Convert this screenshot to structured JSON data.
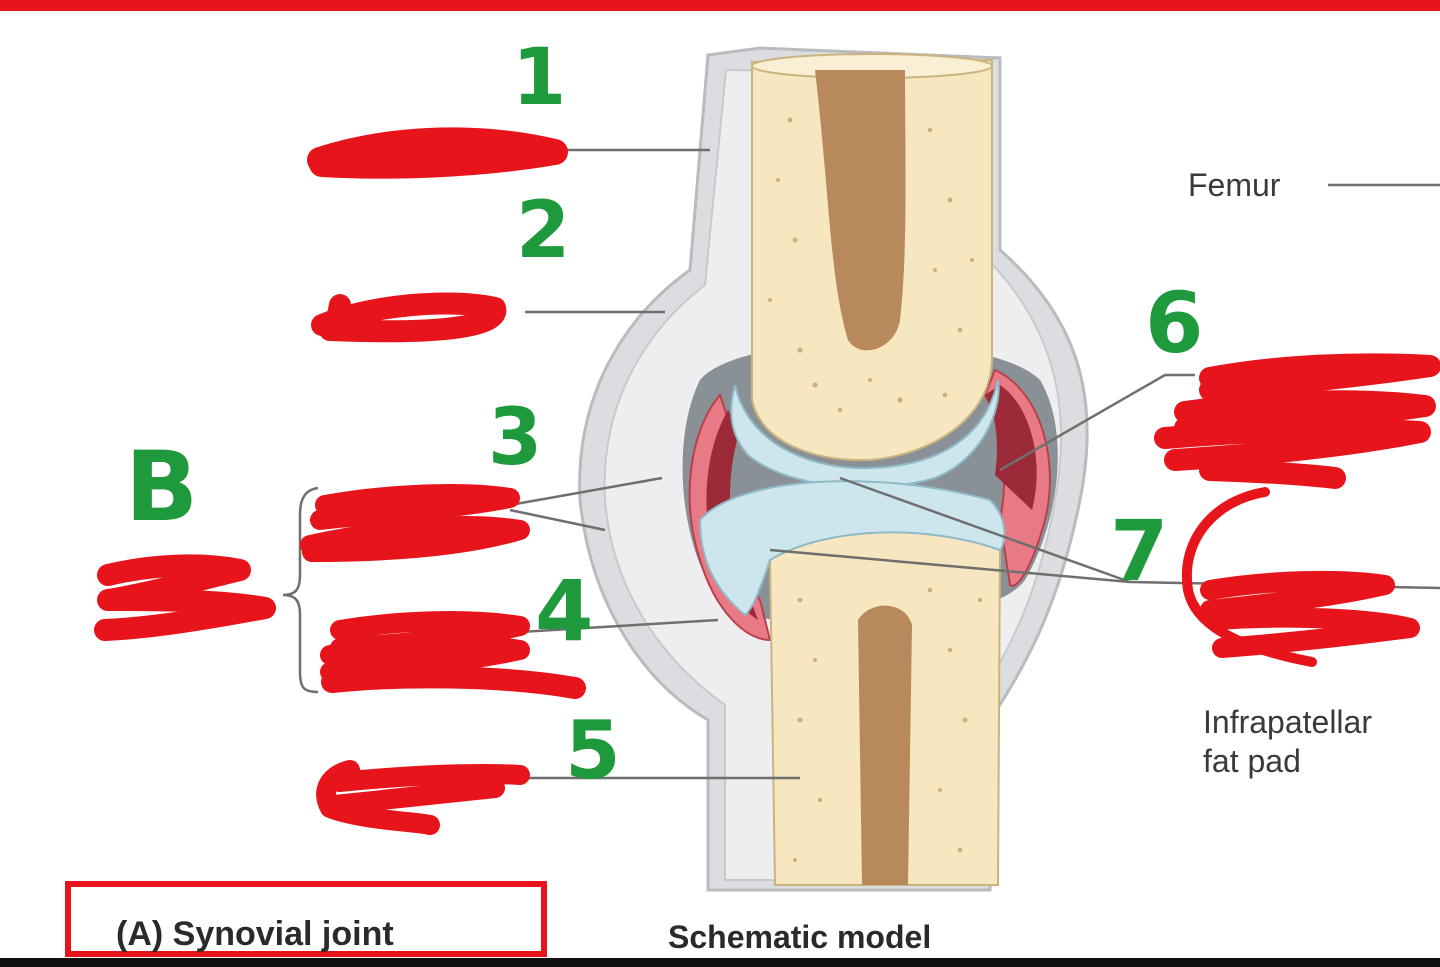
{
  "labels": {
    "femur": "Femur",
    "fat_pad_line1": "Infrapatellar",
    "fat_pad_line2": "fat pad",
    "caption_a": "(A) Synovial joint",
    "caption_b": "Schematic model"
  },
  "numbers": [
    "1",
    "2",
    "3",
    "4",
    "5",
    "6",
    "7",
    "B"
  ],
  "colors": {
    "frame_red": "#e8141c",
    "scribble_red": "#e8141c",
    "handwriting_green": "#1e9a3c",
    "bone": "#f6e7c1",
    "marrow": "#b8895a",
    "cartilage": "#cde6ee",
    "synovial_membrane": "#e87a86",
    "capsule": "#dadcdf"
  }
}
